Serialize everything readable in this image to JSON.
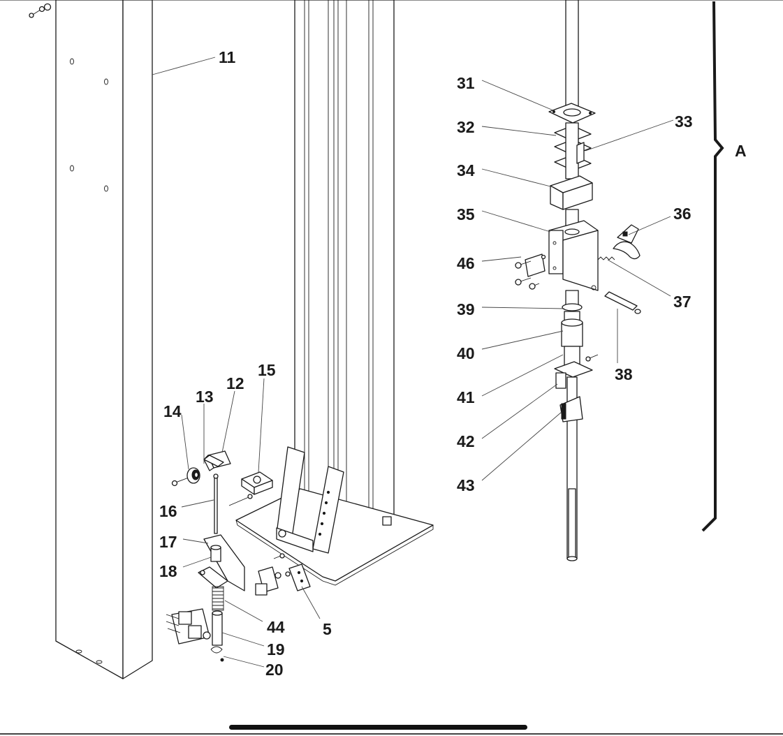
{
  "diagram": {
    "callouts": {
      "p5": "5",
      "p11": "11",
      "p12": "12",
      "p13": "13",
      "p14": "14",
      "p15": "15",
      "p16": "16",
      "p17": "17",
      "p18": "18",
      "p19": "19",
      "p20": "20",
      "p31": "31",
      "p32": "32",
      "p33": "33",
      "p34": "34",
      "p35": "35",
      "p36": "36",
      "p37": "37",
      "p38": "38",
      "p39": "39",
      "p40": "40",
      "p41": "41",
      "p42": "42",
      "p43": "43",
      "p44": "44",
      "p46": "46"
    },
    "assembly_label": "A"
  }
}
